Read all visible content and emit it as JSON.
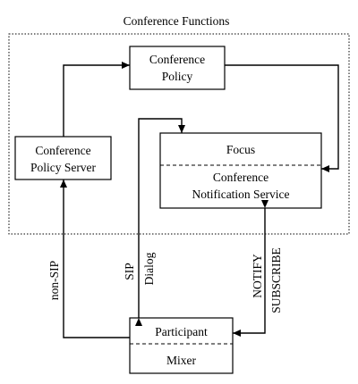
{
  "frame": {
    "title": "Conference Functions"
  },
  "nodes": {
    "policy": {
      "line1": "Conference",
      "line2": "Policy"
    },
    "policy_server": {
      "line1": "Conference",
      "line2": "Policy Server"
    },
    "focus": {
      "top": "Focus",
      "bottom_line1": "Conference",
      "bottom_line2": "Notification Service"
    },
    "participant": {
      "top": "Participant",
      "bottom": "Mixer"
    }
  },
  "edges": {
    "non_sip": "non-SIP",
    "sip": {
      "line1": "SIP",
      "line2": "Dialog"
    },
    "notify": {
      "line1": "NOTIFY",
      "line2": "SUBSCRIBE"
    }
  }
}
